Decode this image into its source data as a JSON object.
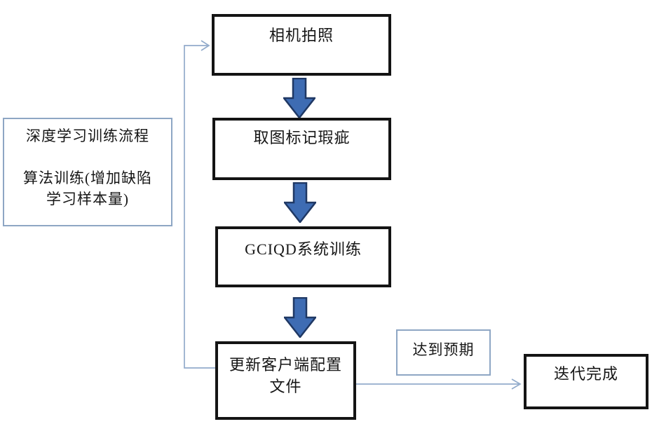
{
  "colors": {
    "background": "#ffffff",
    "text": "#161616",
    "node-border": "#141414",
    "soft-border": "#8ea6c4",
    "block-arrow-fill": "#3e6cb3",
    "block-arrow-stroke": "#1f3864",
    "connector": "#92abcb"
  },
  "diagram": {
    "legend": {
      "text": "深度学习训练流程\n\n算法训练(增加缺陷\n学习样本量)"
    },
    "nodes": [
      {
        "id": "camera-capture",
        "label": "相机拍照"
      },
      {
        "id": "mark-defects",
        "label": "取图标记瑕疵"
      },
      {
        "id": "gciqd-training",
        "label": "GCIQD系统训练"
      },
      {
        "id": "update-client-config",
        "label": "更新客户端配置\n文件"
      },
      {
        "id": "iteration-complete",
        "label": "迭代完成"
      }
    ],
    "edge_label": "达到预期"
  }
}
